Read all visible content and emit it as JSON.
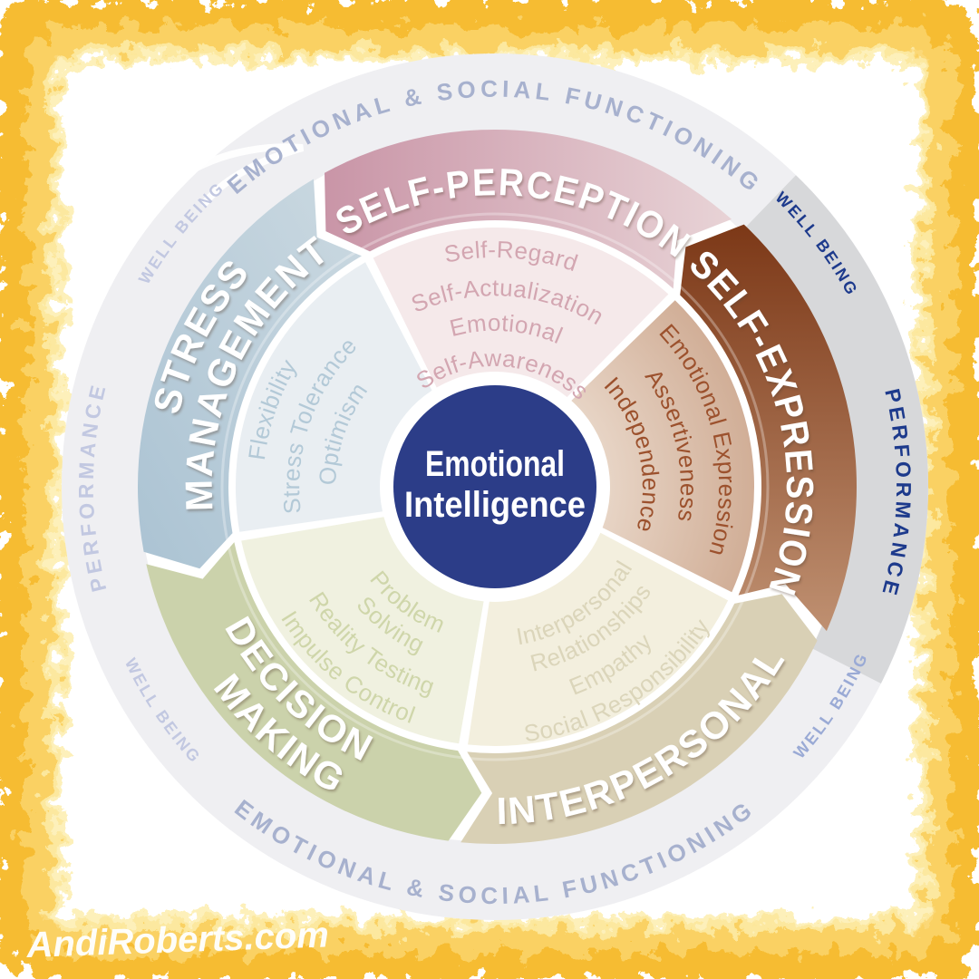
{
  "page": {
    "watermark": "AndiRoberts.com"
  },
  "center": {
    "line1": "Emotional",
    "line2": "Intelligence"
  },
  "ring": {
    "top": "EMOTIONAL & SOCIAL FUNCTIONING",
    "bottom": "EMOTIONAL & SOCIAL FUNCTIONING",
    "left": "PERFORMANCE",
    "right": "PERFORMANCE",
    "wb_tl": "WELL BEING",
    "wb_tr": "WELL BEING",
    "wb_bl": "WELL BEING",
    "wb_br": "WELL BEING"
  },
  "wedges": [
    {
      "name": "Self-Perception",
      "highlighted": false,
      "label_lines": [
        "SELF-PERCEPTION"
      ],
      "sub_lines": [
        "Self-Regard",
        "Self-Actualization",
        "Emotional",
        "Self-Awareness"
      ],
      "subskills": [
        "Self-Regard",
        "Self-Actualization",
        "Emotional Self-Awareness"
      ]
    },
    {
      "name": "Self-Expression",
      "highlighted": true,
      "label_lines": [
        "SELF-EXPRESSION"
      ],
      "sub_lines": [
        "Emotional Expression",
        "Assertiveness",
        "Independence"
      ],
      "subskills": [
        "Emotional Expression",
        "Assertiveness",
        "Independence"
      ]
    },
    {
      "name": "Interpersonal",
      "highlighted": false,
      "label_lines": [
        "INTERPERSONAL"
      ],
      "sub_lines": [
        "Interpersonal",
        "Relationships",
        "Empathy",
        "Social Responsibility"
      ],
      "subskills": [
        "Interpersonal Relationships",
        "Empathy",
        "Social Responsibility"
      ]
    },
    {
      "name": "Decision Making",
      "highlighted": false,
      "label_lines": [
        "DECISION",
        "MAKING"
      ],
      "sub_lines": [
        "Problem",
        "Solving",
        "Reality Testing",
        "Impulse Control"
      ],
      "subskills": [
        "Problem Solving",
        "Reality Testing",
        "Impulse Control"
      ]
    },
    {
      "name": "Stress Management",
      "highlighted": false,
      "label_lines": [
        "STRESS",
        "MANAGEMENT"
      ],
      "sub_lines": [
        "Flexibility",
        "Stress Tolerance",
        "Optimism"
      ],
      "subskills": [
        "Flexibility",
        "Stress Tolerance",
        "Optimism"
      ]
    }
  ],
  "colors": {
    "accent_navy": "#1d3a8c",
    "center_circle": "#2c3d88",
    "ring_gray": "#efeff2",
    "ring_gray_highlight": "#d7d8da",
    "arc_text": "#a7b1ce",
    "faded_ring_text": "#c2c8e1",
    "wb_br_text": "#9aaad5",
    "border_gold": "#f6b827",
    "border_gold_light": "#fbd468",
    "border_gold_pale": "#fdeca9",
    "label_text": "#ffffff",
    "band_sp_1": "#c995a7",
    "band_sp_2": "#e8d3d6",
    "band_se_1": "#7c3817",
    "band_se_2": "#bf9071",
    "band_ip": "#d9d0b5",
    "band_dm": "#cbd2ab",
    "band_sm_1": "#cbd9e1",
    "band_sm_2": "#abc3d3",
    "inner_sp": "#f5e9ea",
    "inner_se_near": "#ead9cb",
    "inner_se_far": "#cfab93",
    "inner_ip": "#f3efde",
    "inner_dm": "#f0f1e0",
    "inner_sm": "#e9eef2",
    "sub_sp": "#d3a6b1",
    "sub_se": "#9c512d",
    "sub_ip": "#dbd5ba",
    "sub_dm": "#cfd6aa",
    "sub_sm": "#b3c9d7"
  }
}
